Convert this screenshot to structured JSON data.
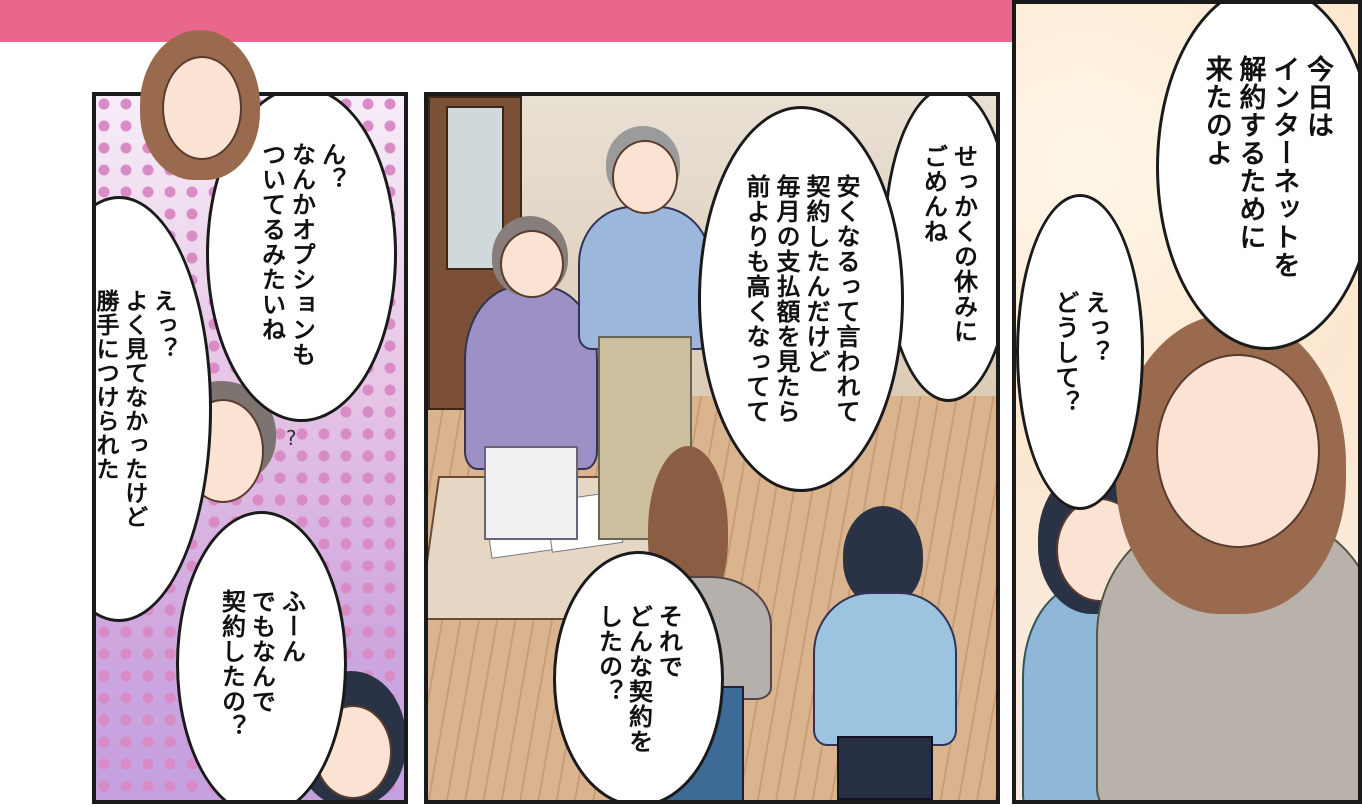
{
  "panels": {
    "right": {
      "bubble_main": "今日は\nインターネットを\n解約するために\n来たのよ",
      "bubble_reply": "えっ？\nどうして？"
    },
    "center": {
      "bubble_apology": "せっかくの休みに\nごめんね",
      "bubble_explain": "安くなるって言われて\n契約したんだけど\n毎月の支払額を見たら\n前よりも高くなってて",
      "bubble_question": "それで\nどんな契約を\nしたの？"
    },
    "left": {
      "bubble_option": "ん？\nなんかオプションも\nついてるみたいね",
      "bubble_grandma": "えっ？\nよく見てなかったけど\n勝手につけられた\nのかしら",
      "bubble_girl": "ふーん\nでもなんで\n契約したの？",
      "sfx": "?"
    }
  },
  "colors": {
    "header": "#e8678a",
    "border": "#1a1a1a"
  }
}
